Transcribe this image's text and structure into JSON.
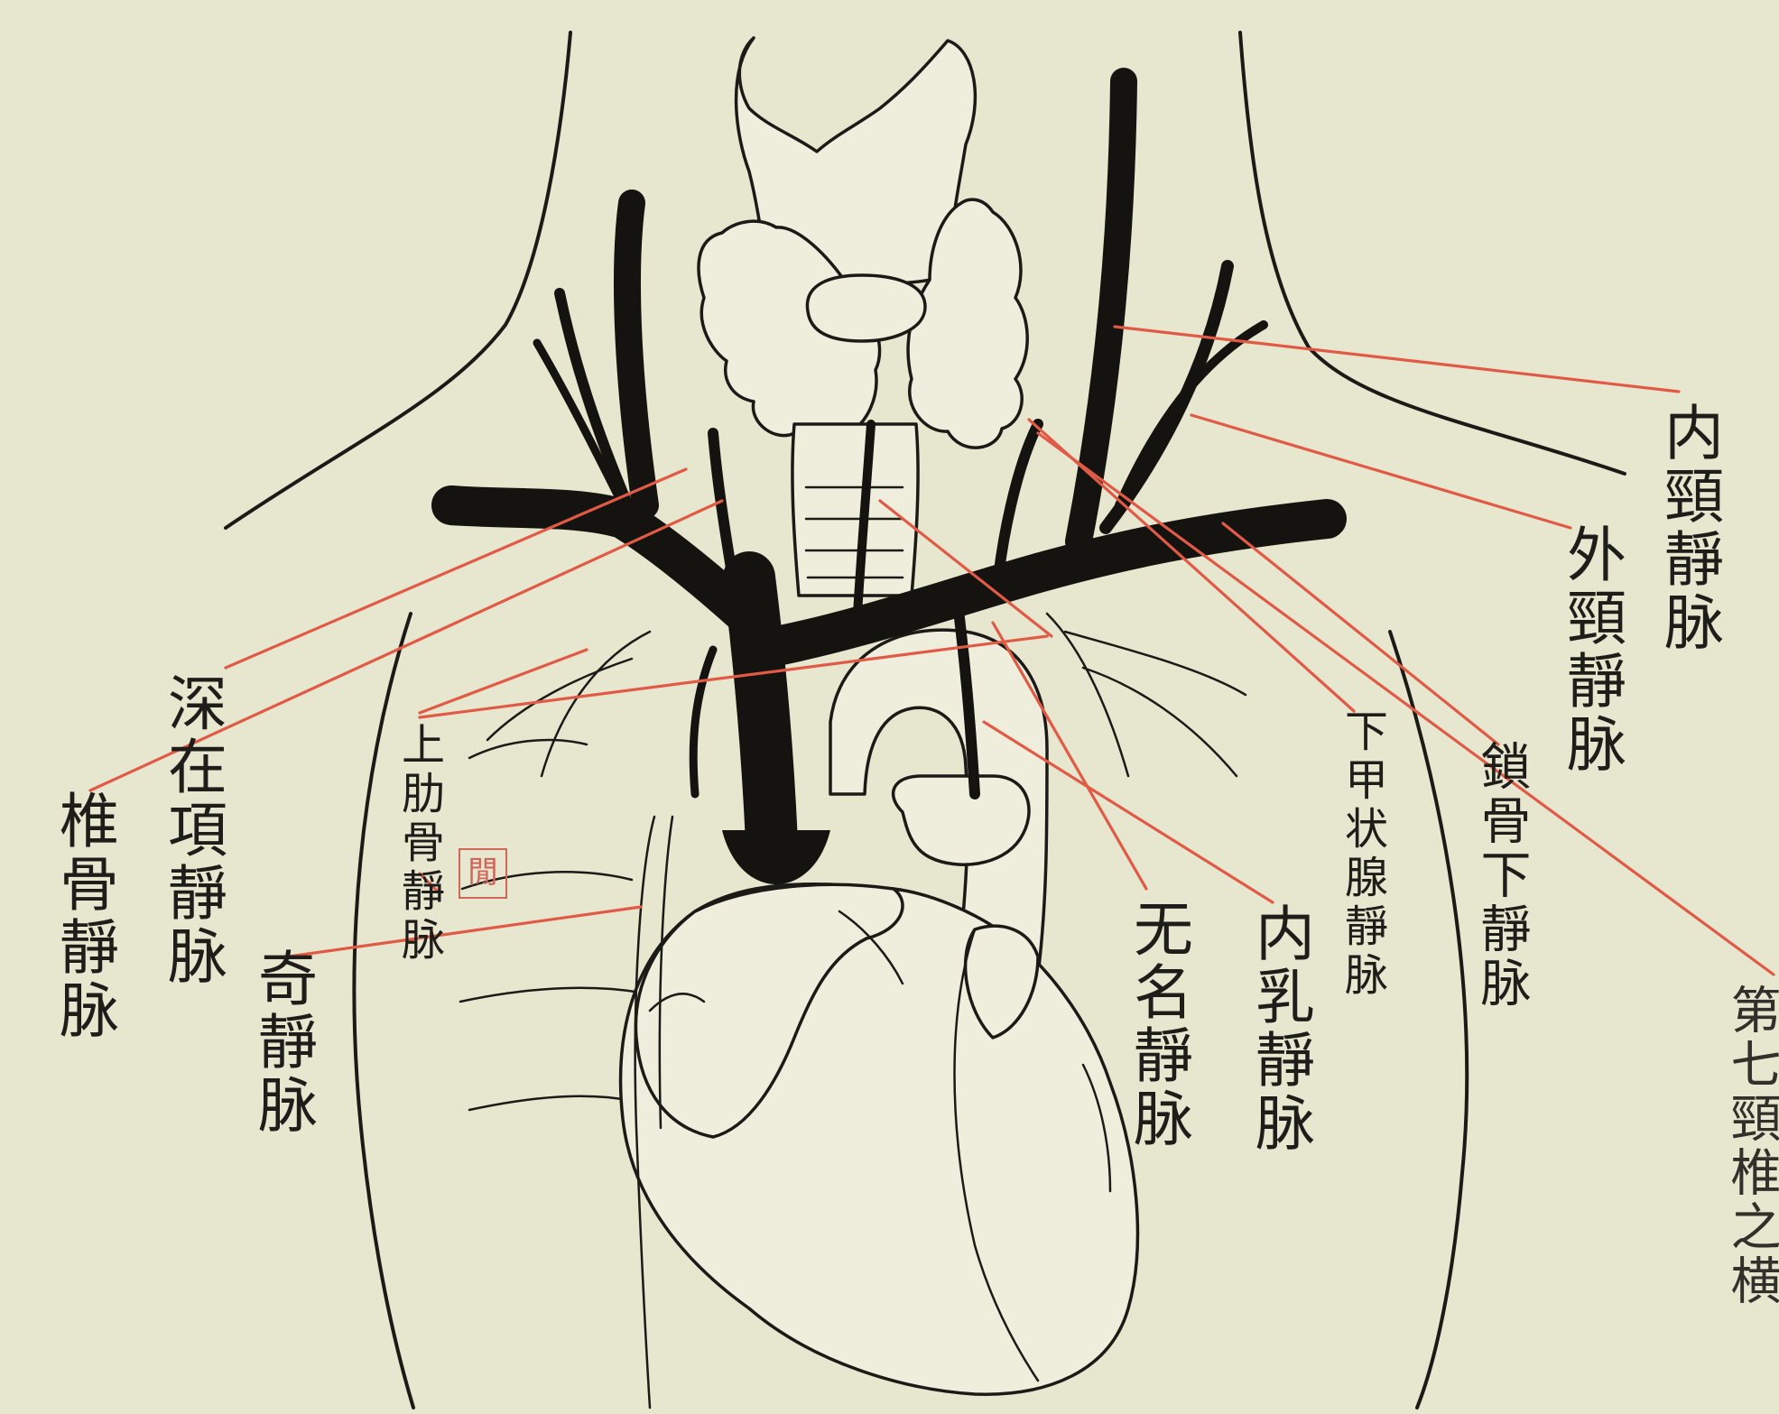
{
  "labels": {
    "internal_jugular": "内頸靜脉",
    "external_jugular": "外頸靜脉",
    "subclavian": "鎖骨下靜脉",
    "inferior_thyroid": "下甲状腺靜脉",
    "internal_mammary": "内乳靜脉",
    "innominate": "无名靜脉",
    "superior_intercostal": "上肋骨靜脉",
    "azygos": "奇靜脉",
    "deep_cervical": "深在項靜脉",
    "vertebral": "椎骨靜脉",
    "edge_fragment": "第七頸椎之横"
  },
  "seal_text": "閒",
  "colors": {
    "paper": "#e7e6cf",
    "ink": "#1b1a17",
    "leader_line": "#e05a46",
    "seal": "#d0655a"
  }
}
